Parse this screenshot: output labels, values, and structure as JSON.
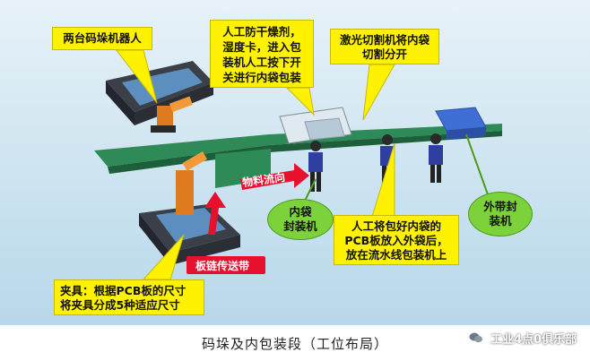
{
  "colors": {
    "callout_fill": "#fff200",
    "green_fill": "#7cd23a",
    "flow_arrow": "#e8112d",
    "conveyor": "#2e8b57",
    "background": "#cfe6f2"
  },
  "callouts": {
    "robots": "两台码垛机器人",
    "manual_desiccant": [
      "人工防干燥剂，",
      "湿度卡，进入包",
      "装机人工按下开",
      "关进行内袋包装"
    ],
    "laser_cut": [
      "激光切割机将内袋",
      "切割分开"
    ],
    "fixture": [
      "夹具：根据PCB板的尺寸",
      "将夹具分成5种适应尺寸"
    ],
    "manual_outer": [
      "人工将包好内袋的",
      "PCB板放入外袋后，",
      "放在流水线包装机上"
    ]
  },
  "green_labels": {
    "inner_bag_sealer": [
      "内袋",
      "封装机"
    ],
    "outer_bag_sealer": [
      "外带封",
      "装机"
    ]
  },
  "arrow_labels": {
    "material_flow": "物料流向",
    "chain_conveyor": "板链传送带"
  },
  "caption": "码垛及内包装段（工位布局）",
  "watermark": {
    "text": "工业4点0俱乐部",
    "icon": "wechat-icon"
  }
}
